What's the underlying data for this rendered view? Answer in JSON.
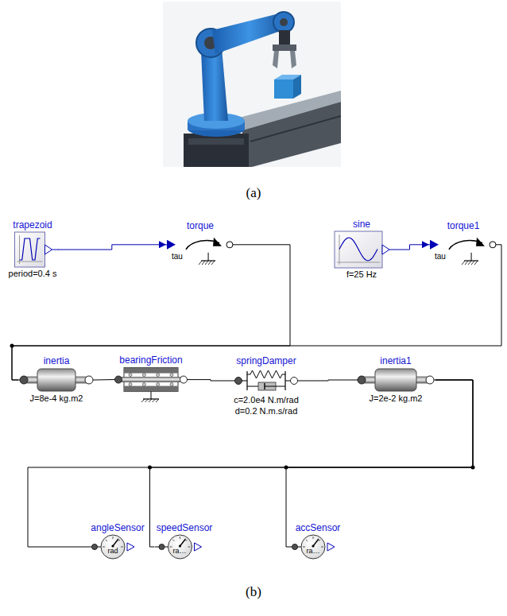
{
  "diagram": {
    "nodes": [
      {
        "text": [
          "trapezoid",
          "period=0.4 s"
        ]
      },
      {
        "text": [
          "torque",
          "tau"
        ]
      },
      {
        "text": [
          "sine",
          "f=25 Hz"
        ]
      },
      {
        "text": [
          "torque1",
          "tau"
        ]
      },
      {
        "text": [
          "inertia",
          "J=8e-4 kg.m2"
        ]
      },
      {
        "text": [
          "bearingFriction"
        ]
      },
      {
        "text": [
          "springDamper",
          "c=2.0e4 N.m/rad",
          "d=0.2 N.m.s/rad"
        ]
      },
      {
        "text": [
          "inertia1",
          "J=2e-2 kg.m2"
        ]
      },
      {
        "text": [
          "angleSensor",
          "rad"
        ]
      },
      {
        "text": [
          "speedSensor",
          "ra…"
        ]
      },
      {
        "text": [
          "accSensor",
          "ra…"
        ]
      }
    ],
    "edges": [
      {
        "from": 0,
        "to": 1,
        "arrow": "to"
      },
      {
        "from": 2,
        "to": 3,
        "arrow": "to"
      },
      {
        "from": 1,
        "to": 4,
        "arrow": "none"
      },
      {
        "from": 3,
        "to": 4,
        "arrow": "none"
      },
      {
        "from": 4,
        "to": 5,
        "arrow": "none"
      },
      {
        "from": 5,
        "to": 6,
        "arrow": "none"
      },
      {
        "from": 6,
        "to": 7,
        "arrow": "none"
      },
      {
        "from": 7,
        "to": 8,
        "arrow": "none"
      },
      {
        "from": 7,
        "to": 9,
        "arrow": "none"
      },
      {
        "from": 7,
        "to": 10,
        "arrow": "none"
      }
    ],
    "labels": [
      "(a)",
      "(b)"
    ]
  }
}
